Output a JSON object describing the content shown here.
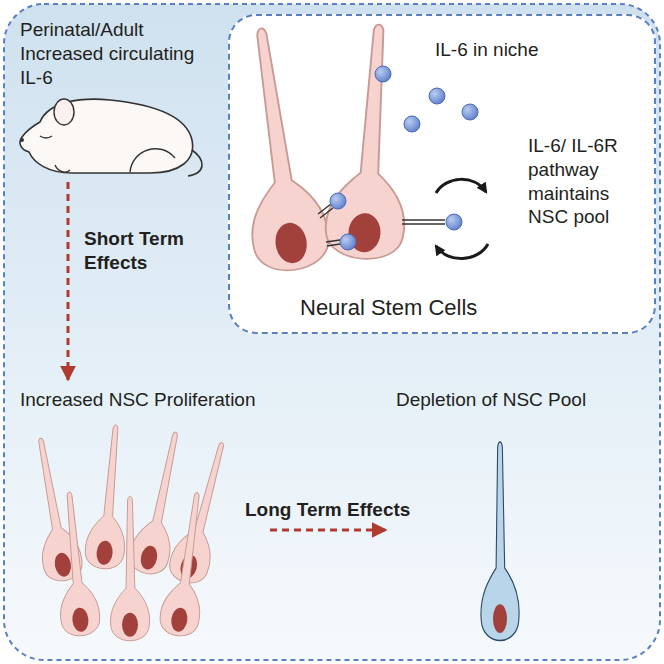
{
  "diagram": {
    "nodes": [
      {
        "text": [
          "Perinatal/Adult Increased circulating IL-6"
        ]
      },
      {
        "text": [
          "IL-6 in niche",
          "IL-6/ IL-6R pathway maintains NSC pool",
          "Neural Stem Cells"
        ]
      },
      {
        "text": [
          "Increased NSC Proliferation"
        ]
      },
      {
        "text": [
          "Depletion of NSC Pool"
        ]
      }
    ],
    "edges": [
      {
        "from": 0,
        "to": 2,
        "arrow": "to",
        "label": "Short Term Effects"
      },
      {
        "from": 2,
        "to": 3,
        "arrow": "to",
        "label": "Long Term Effects"
      }
    ]
  }
}
